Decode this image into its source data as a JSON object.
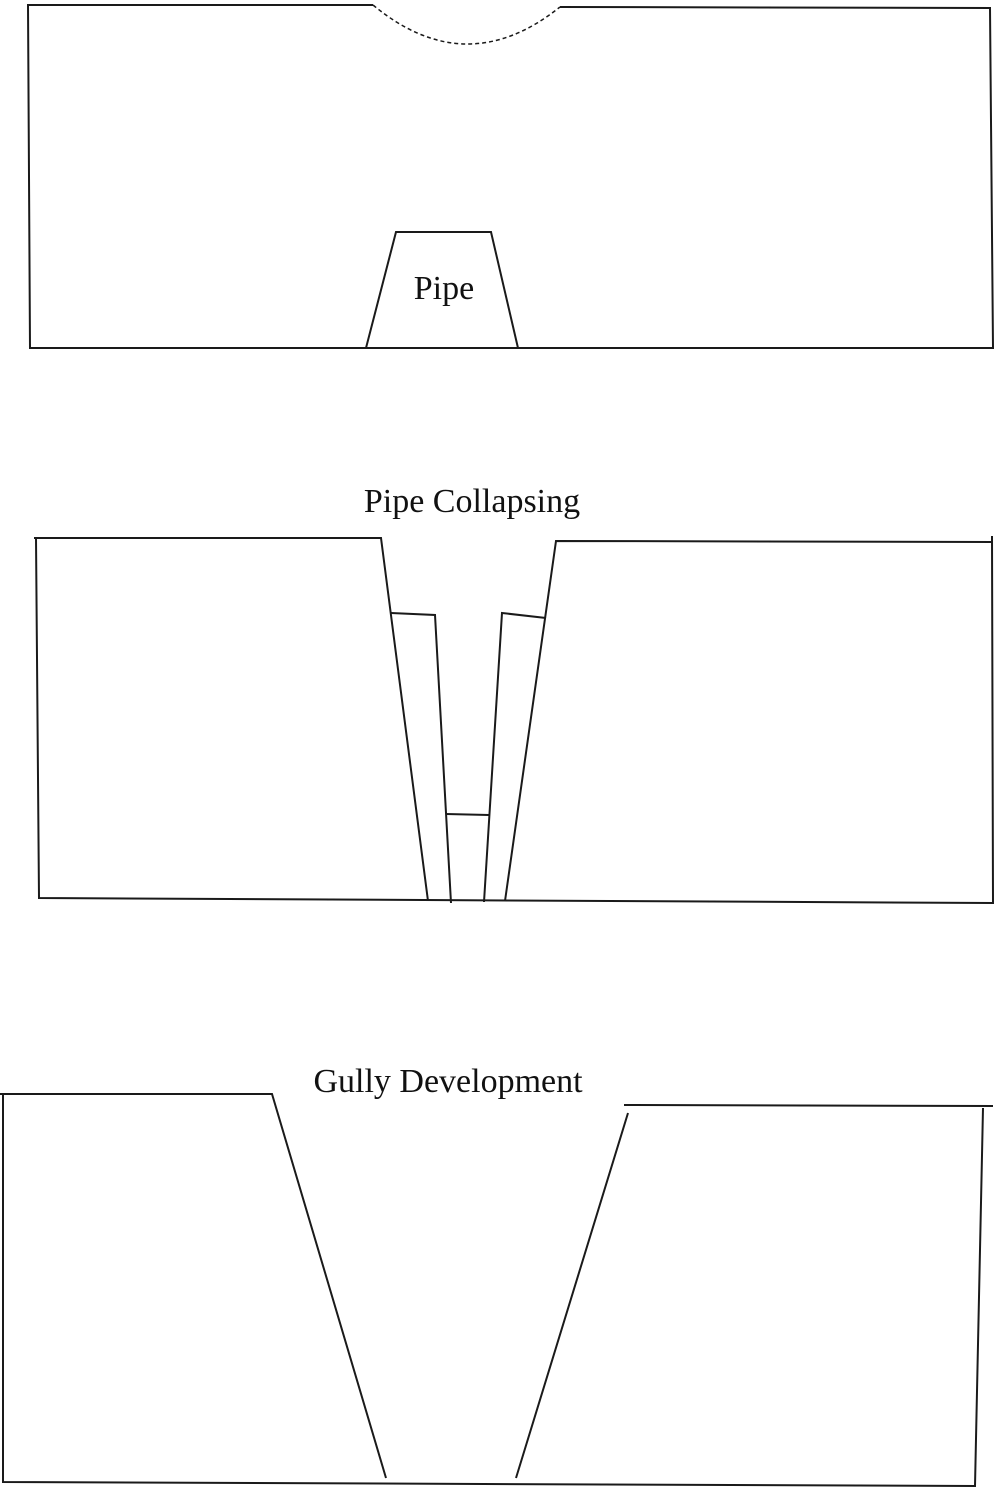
{
  "stages": [
    {
      "id": "pipe",
      "label": "Pipe"
    },
    {
      "id": "pipe-collapsing",
      "label": "Pipe Collapsing"
    },
    {
      "id": "gully-development",
      "label": "Gully Development"
    }
  ],
  "colors": {
    "background": "#ffffff",
    "line": "#1a1a1a",
    "text": "#111111"
  }
}
